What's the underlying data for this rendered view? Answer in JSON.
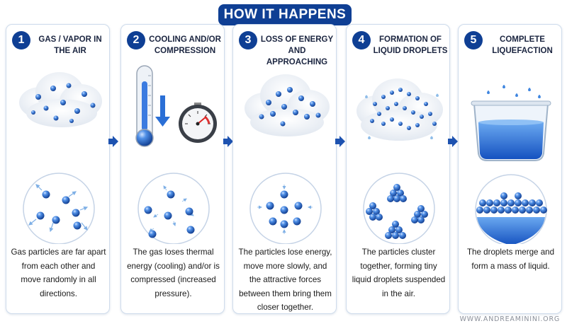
{
  "title": "HOW IT HAPPENS",
  "steps": [
    {
      "num": "1",
      "heading": "GAS / VAPOR IN THE AIR",
      "text": "Gas particles are far apart from each other and move randomly in all directions."
    },
    {
      "num": "2",
      "heading": "COOLING AND/OR COMPRESSION",
      "text": "The gas loses thermal energy (cooling) and/or is compressed (increased pressure)."
    },
    {
      "num": "3",
      "heading": "LOSS OF ENERGY AND APPROACHING",
      "text": "The particles lose energy, move more slowly, and the attractive forces between them bring them closer together."
    },
    {
      "num": "4",
      "heading": "FORMATION OF LIQUID DROPLETS",
      "text": "The particles cluster together, forming tiny liquid droplets suspended in the air."
    },
    {
      "num": "5",
      "heading": "COMPLETE LIQUEFACTION",
      "text": "The droplets merge and form a mass of liquid."
    }
  ],
  "footer": "WWW.ANDREAMININI.ORG",
  "colors": {
    "primary": "#0f3f94",
    "particle": "#2b6fd0",
    "arrow": "#1d52b0"
  }
}
